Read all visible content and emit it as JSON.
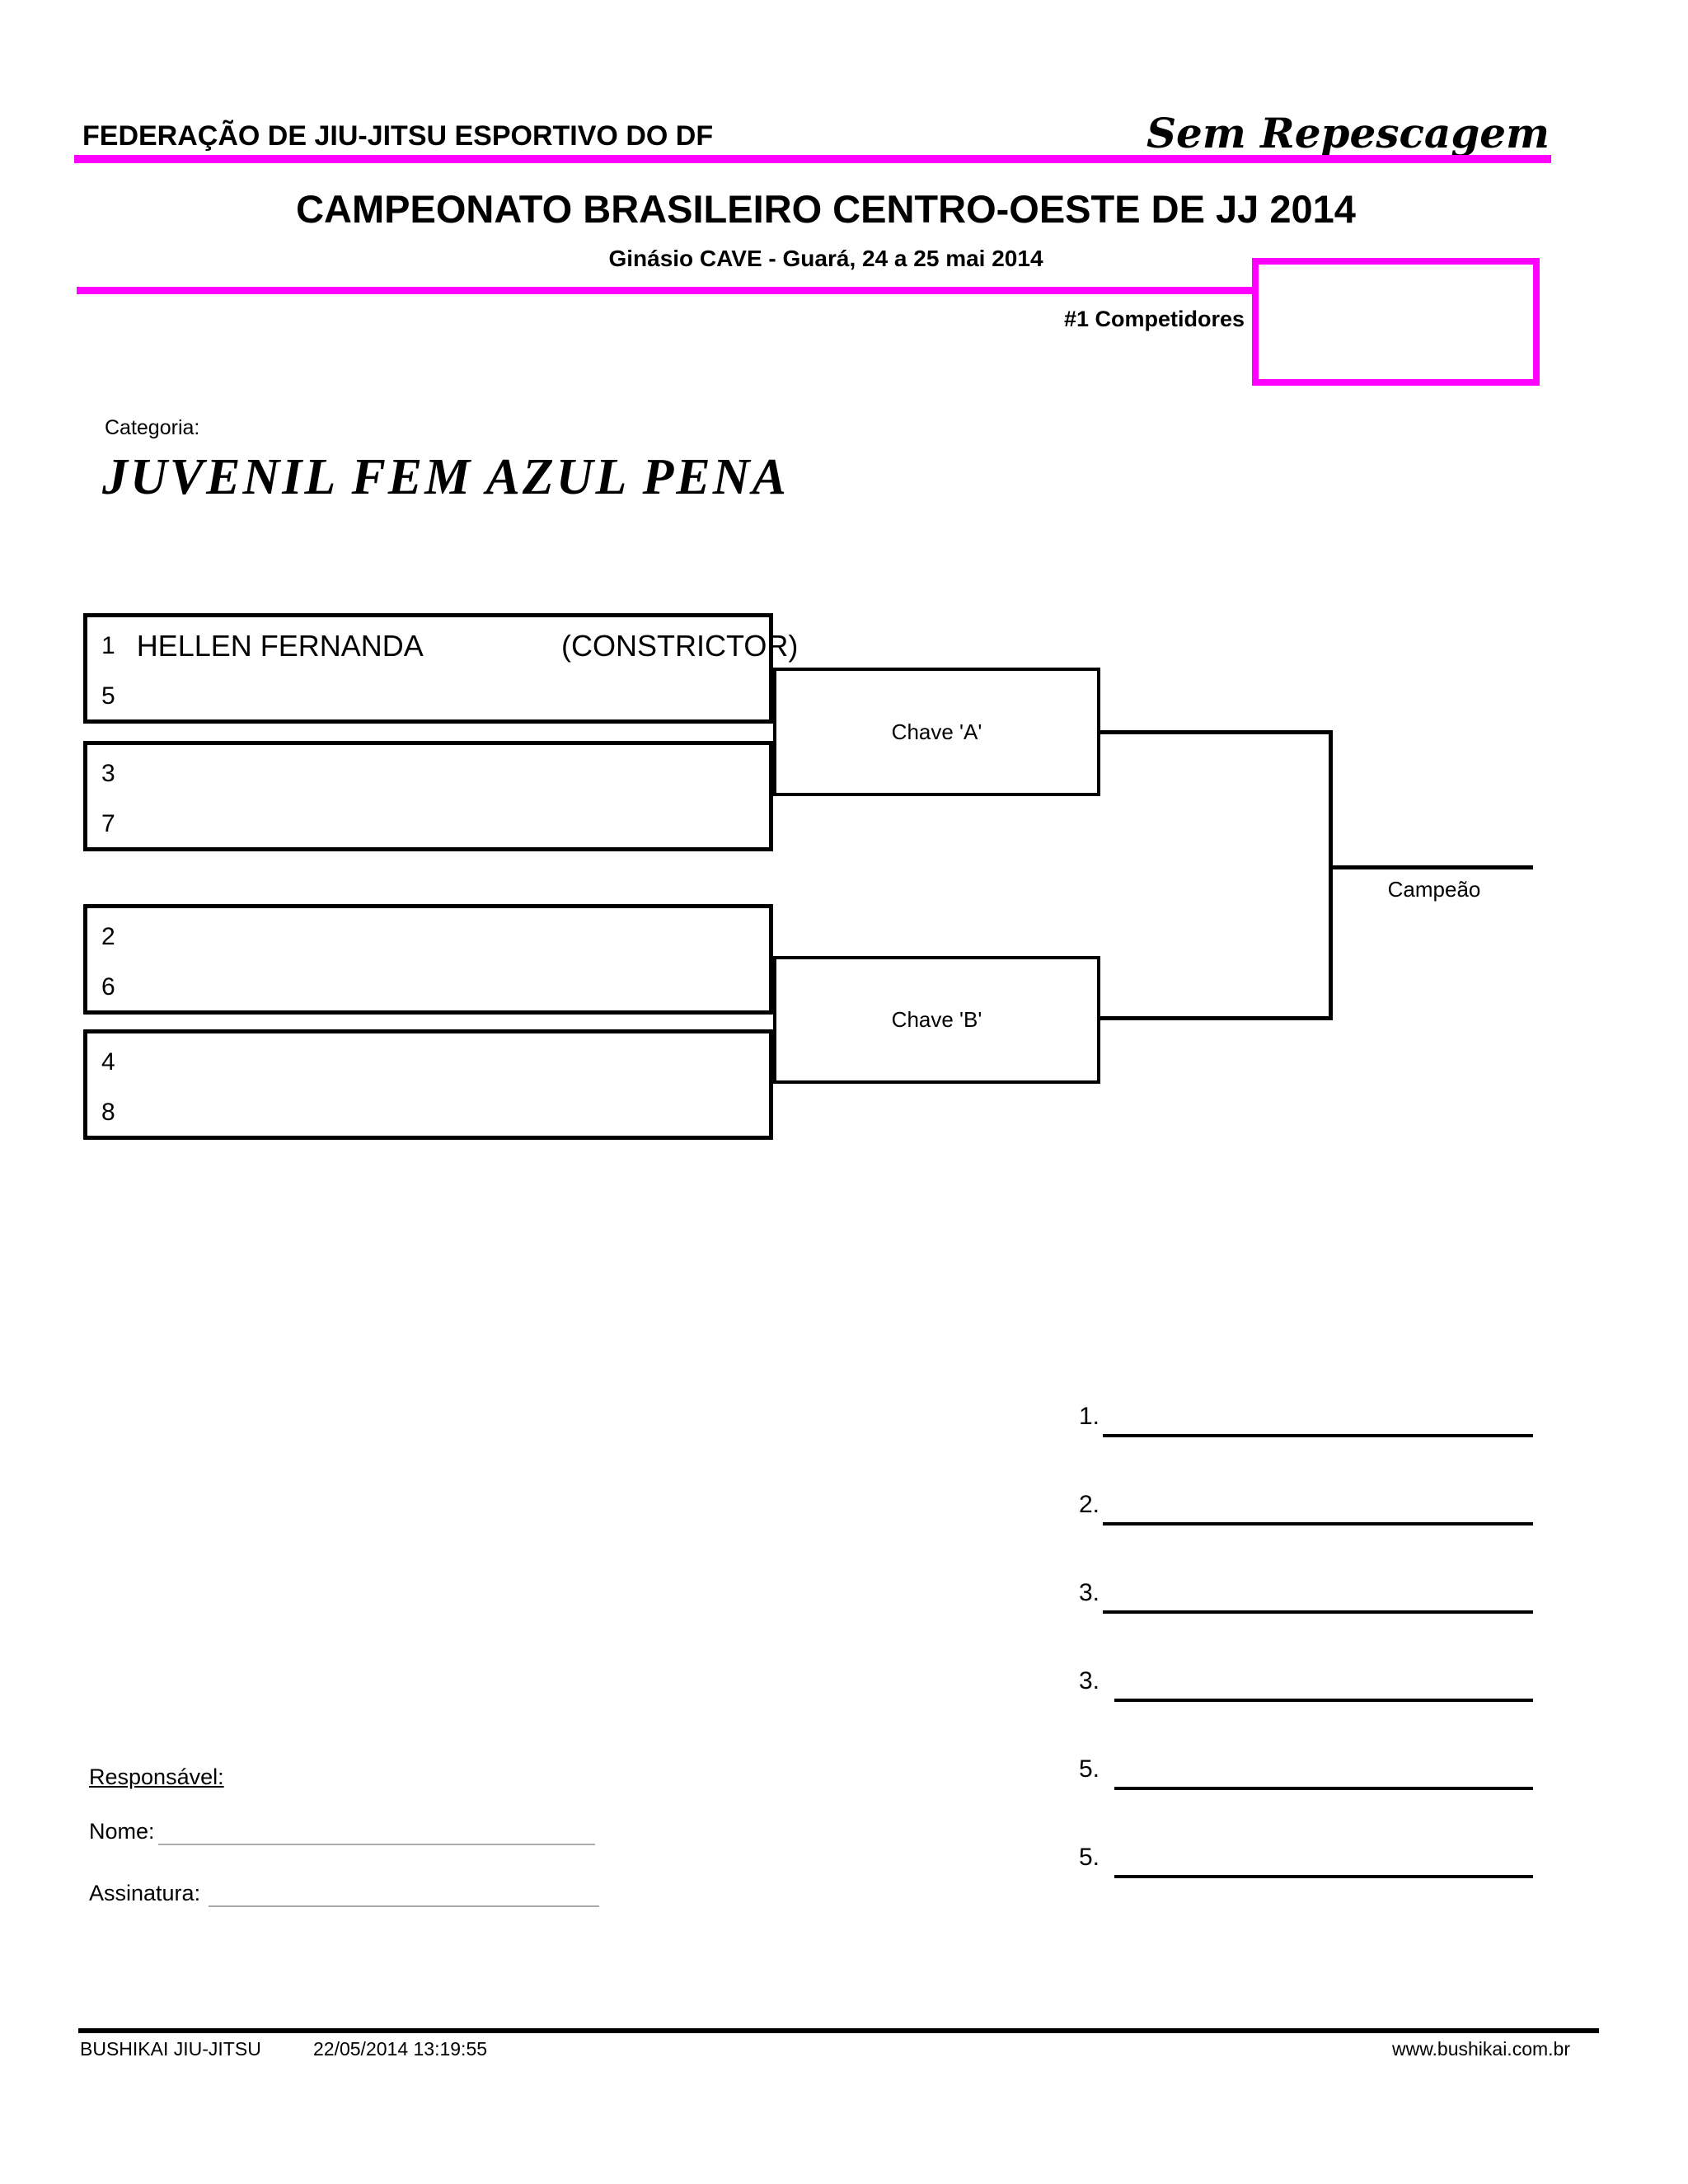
{
  "colors": {
    "accent": "#FF00FF",
    "ink": "#000000"
  },
  "header": {
    "federation": "FEDERAÇÃO DE JIU-JITSU ESPORTIVO DO DF",
    "note": "Sem Repescagem"
  },
  "event": {
    "title": "CAMPEONATO BRASILEIRO CENTRO-OESTE DE JJ 2014",
    "subtitle": "Ginásio CAVE - Guará, 24 a 25 mai 2014",
    "competitors_label": "#1 Competidores"
  },
  "category": {
    "label": "Categoria:",
    "name": "JUVENIL FEM AZUL PENA"
  },
  "bracket": {
    "match1": {
      "seed_top": "1",
      "name_top": "HELLEN FERNANDA",
      "team_top": "(CONSTRICTOR)",
      "seed_bottom": "5"
    },
    "match2": {
      "seed_top": "3",
      "seed_bottom": "7"
    },
    "match3": {
      "seed_top": "2",
      "seed_bottom": "6"
    },
    "match4": {
      "seed_top": "4",
      "seed_bottom": "8"
    },
    "semifinal_a_label": "Chave 'A'",
    "semifinal_b_label": "Chave 'B'",
    "champion_label": "Campeão"
  },
  "results": {
    "items": [
      "1.",
      "2.",
      "3.",
      "3.",
      "5.",
      "5."
    ]
  },
  "signature": {
    "responsible_label": "Responsável:",
    "name_label": "Nome:",
    "signature_label": "Assinatura:"
  },
  "footer": {
    "org": "BUSHIKAI JIU-JITSU",
    "datetime": "22/05/2014 13:19:55",
    "website": "www.bushikai.com.br"
  }
}
